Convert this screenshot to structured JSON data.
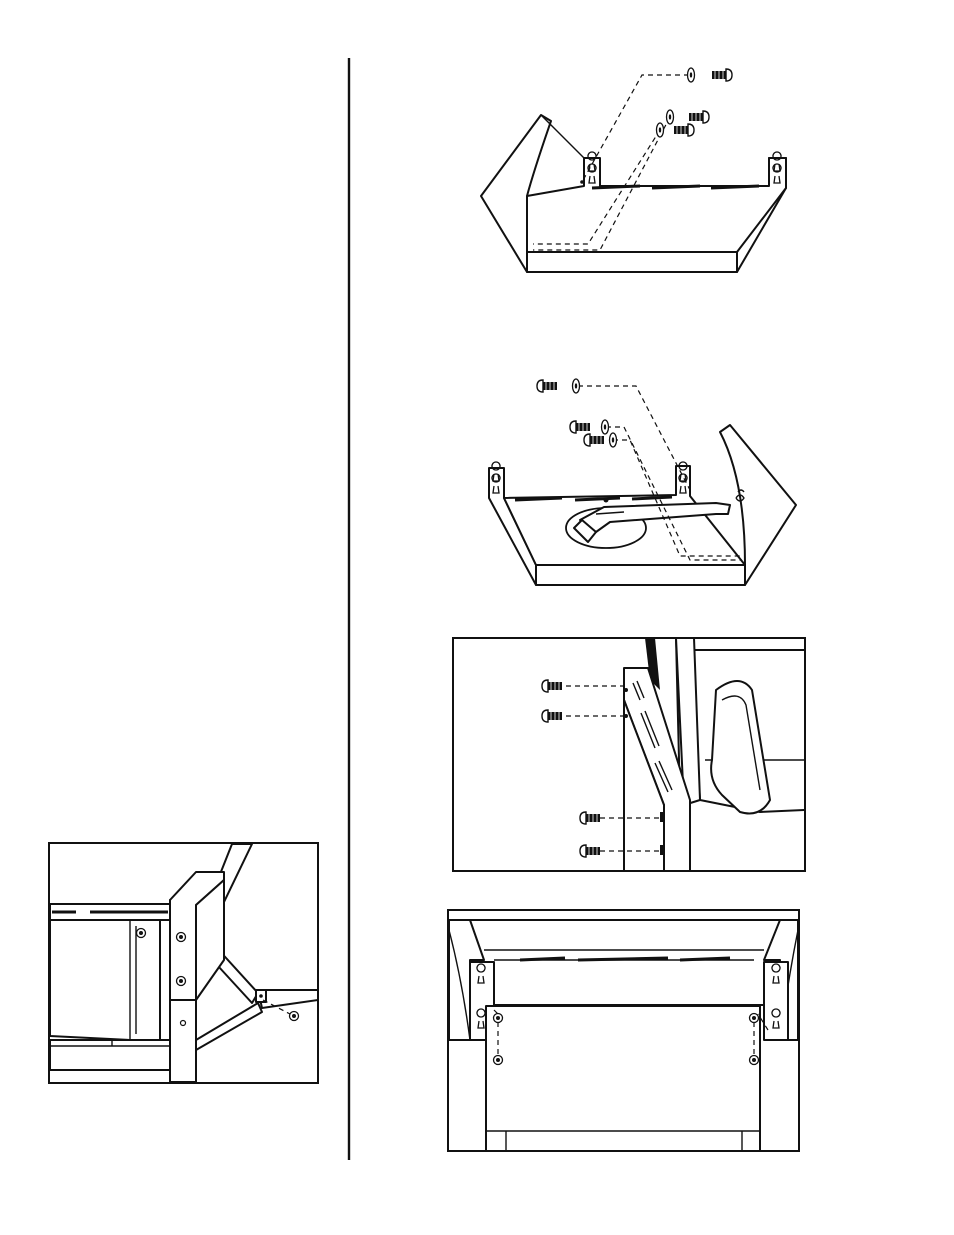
{
  "figures": [
    {
      "id": "fig-1",
      "subject": "tray-exploded-view"
    },
    {
      "id": "fig-2",
      "subject": "tray-with-burner-exploded-view"
    },
    {
      "id": "fig-3",
      "subject": "side-bracket-detail"
    },
    {
      "id": "fig-4",
      "subject": "front-panel-detail"
    },
    {
      "id": "fig-5",
      "subject": "corner-bracket-detail"
    }
  ],
  "colors": {
    "line": "#111111",
    "background": "#ffffff",
    "shade": "#9a9a9a"
  },
  "icons": [
    "screw-icon",
    "washer-icon",
    "keyhole-slot-icon",
    "dashed-leader-line"
  ]
}
